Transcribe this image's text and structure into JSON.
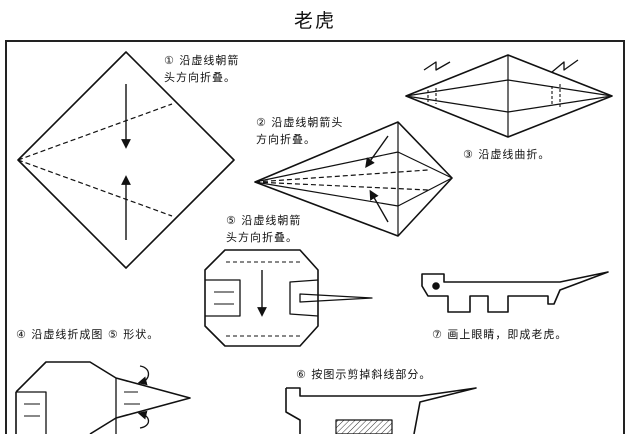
{
  "title": "老虎",
  "steps": {
    "s1": "① 沿虚线朝箭\n头方向折叠。",
    "s2": "② 沿虚线朝箭头\n方向折叠。",
    "s3": "③ 沿虚线曲折。",
    "s5": "⑤ 沿虚线朝箭\n头方向折叠。",
    "s4": "④ 沿虚线折成图 ⑤ 形状。",
    "s7": "⑦ 画上眼睛，即成老虎。",
    "s6": "⑥ 按图示剪掉斜线部分。"
  }
}
